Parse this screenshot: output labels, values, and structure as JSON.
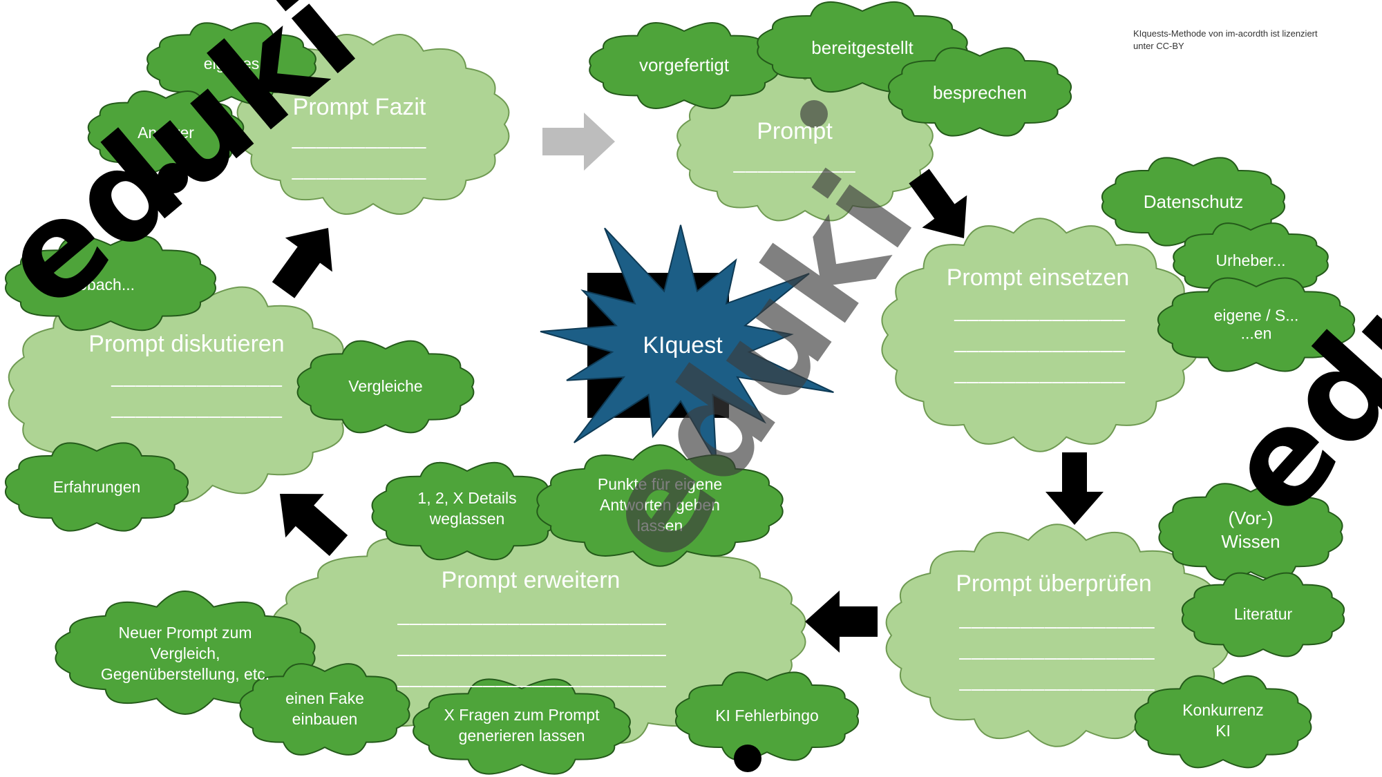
{
  "credit": {
    "line1": "KIquests-Methode von im-acordth ist lizenziert",
    "line2": "unter CC-BY"
  },
  "center": {
    "label": "KIquest"
  },
  "main_clouds": {
    "prompt": {
      "title": "Prompt",
      "dashes": [
        "__________"
      ]
    },
    "fazit": {
      "title": "Prompt Fazit",
      "dashes": [
        "___________",
        "___________"
      ]
    },
    "einsetzen": {
      "title": "Prompt einsetzen",
      "dashes": [
        "______________",
        "______________",
        "______________"
      ]
    },
    "ueberpruefen": {
      "title": "Prompt überprüfen",
      "dashes": [
        "________________",
        "________________",
        "________________"
      ]
    },
    "erweitern": {
      "title": "Prompt erweitern",
      "dashes": [
        "______________________",
        "______________________",
        "______________________"
      ]
    },
    "diskutieren": {
      "title": "Prompt diskutieren",
      "dashes": [
        "______________",
        "______________"
      ]
    }
  },
  "small_clouds": {
    "vorgefertigt": "vorgefertigt",
    "bereitgestellt": "bereitgestellt",
    "besprechen": "besprechen",
    "eigenes": "eigenes",
    "anderer": "Anderer",
    "datenschutz": "Datenschutz",
    "urheber": "Urheber...",
    "eigene_1": "eigene / S...",
    "eigene_2": "...en",
    "beobach": "Beobach...",
    "vergleiche": "Vergleiche",
    "erfahrungen": "Erfahrungen",
    "details_1": "1, 2, X Details",
    "details_2": "weglassen",
    "punkte_1": "Punkte für eigene",
    "punkte_2": "Antworten geben",
    "punkte_3": "lassen",
    "vorwissen_1": "(Vor-)",
    "vorwissen_2": "Wissen",
    "literatur": "Literatur",
    "konkurrenz_1": "Konkurrenz",
    "konkurrenz_2": "KI",
    "neuer_1": "Neuer Prompt zum",
    "neuer_2": "Vergleich,",
    "neuer_3": "Gegenüberstellung, etc.",
    "fake_1": "einen Fake",
    "fake_2": "einbauen",
    "fragen_1": "X Fragen zum Prompt",
    "fragen_2": "generieren lassen",
    "bingo": "KI Fehlerbingo"
  },
  "watermark": {
    "text": "eduki"
  },
  "colors": {
    "main_cloud_fill": "#aed494",
    "main_cloud_stroke": "#6f9a52",
    "small_cloud_fill": "#4ea43a",
    "small_cloud_stroke": "#245a1a",
    "star_fill": "#1c5e86",
    "arrow": "#000000",
    "arrow_faded": "#bdbdbd"
  }
}
